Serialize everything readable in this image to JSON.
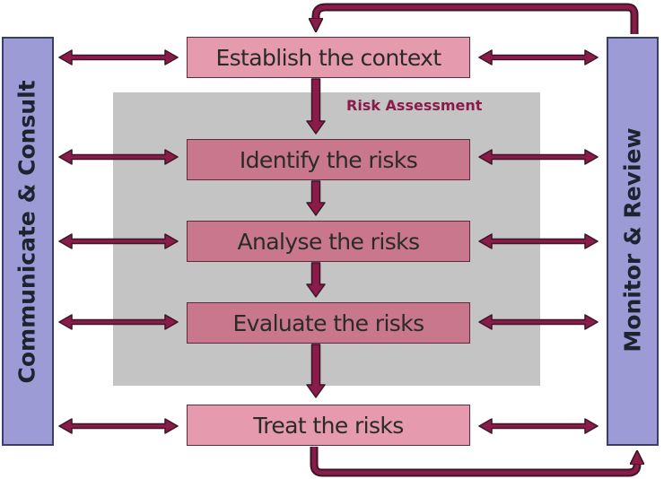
{
  "left_panel": {
    "label": "Communicate & Consult"
  },
  "right_panel": {
    "label": "Monitor & Review"
  },
  "assessment": {
    "label": "Risk Assessment"
  },
  "steps": [
    {
      "label": "Establish the context"
    },
    {
      "label": "Identify the risks"
    },
    {
      "label": "Analyse the risks"
    },
    {
      "label": "Evaluate the risks"
    },
    {
      "label": "Treat the risks"
    }
  ],
  "colors": {
    "arrow_fill": "#8b1c4a",
    "arrow_outline": "#3a1626",
    "step_light": "#e59aae",
    "step_dark": "#c8778c",
    "side_panel": "#9c9bd6",
    "assessment_bg": "#c4c4c4"
  }
}
